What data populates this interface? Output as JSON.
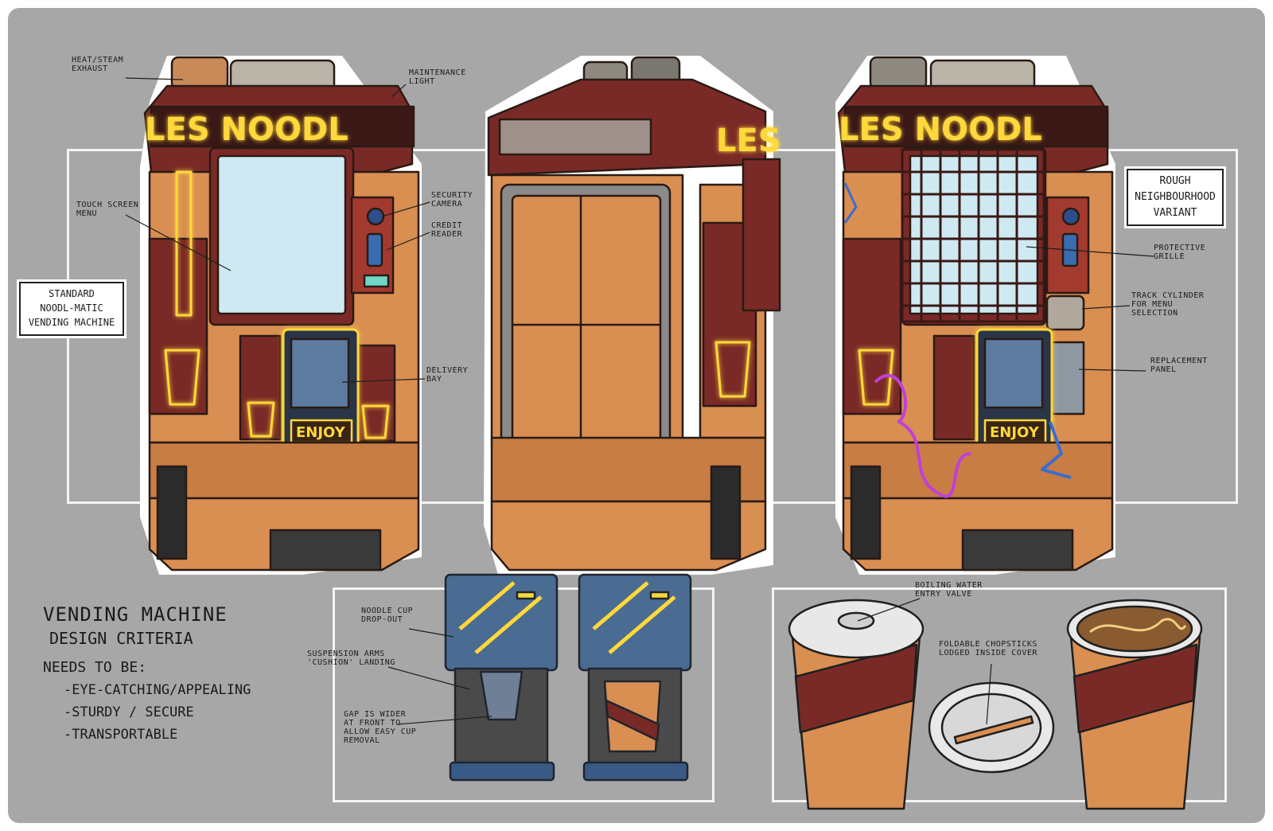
{
  "sheet": {
    "colors": {
      "background": "#a7a7a7",
      "body_orange": "#d98e52",
      "body_red": "#7a2a26",
      "neon": "#ffd83a",
      "screen": "#cfe9f2",
      "cup_blue": "#4a6b92"
    }
  },
  "front_view": {
    "sign_text": "LES NOODL",
    "enjoy_label": "ENJOY",
    "callouts": {
      "exhaust": "Heat/Steam\nExhaust",
      "maintenance": "Maintenance\nLight",
      "touchscreen": "Touch Screen\nMenu",
      "camera": "Security\nCamera",
      "credit": "Credit\nReader",
      "delivery": "Delivery\nBay"
    },
    "title_box": "Standard\nNoodl-Matic\nVending Machine"
  },
  "side_view": {
    "sign_text": "LES"
  },
  "rough_view": {
    "sign_text": "LES NOODL",
    "enjoy_label": "ENJOY",
    "title_box": "Rough\nNeighbourhood\nVariant",
    "callouts": {
      "grille": "Protective\nGrille",
      "track": "Track Cylinder\nFor Menu\nSelection",
      "panel": "Replacement\nPanel"
    }
  },
  "criteria": {
    "title_line1": "Vending Machine",
    "title_line2": "Design Criteria",
    "subtitle": "Needs to be:",
    "items": [
      "-Eye-Catching/Appealing",
      "-Sturdy / Secure",
      "-Transportable"
    ]
  },
  "mechanism": {
    "callouts": {
      "dropout": "Noodle Cup\nDrop-Out",
      "arms": "Suspension Arms\n'Cushion' Landing",
      "gap": "Gap is wider\nat front to\nallow easy cup\nremoval"
    }
  },
  "cups": {
    "callouts": {
      "valve": "Boiling Water\nEntry Valve",
      "chopsticks": "Foldable Chopsticks\nLodged inside cover"
    }
  }
}
